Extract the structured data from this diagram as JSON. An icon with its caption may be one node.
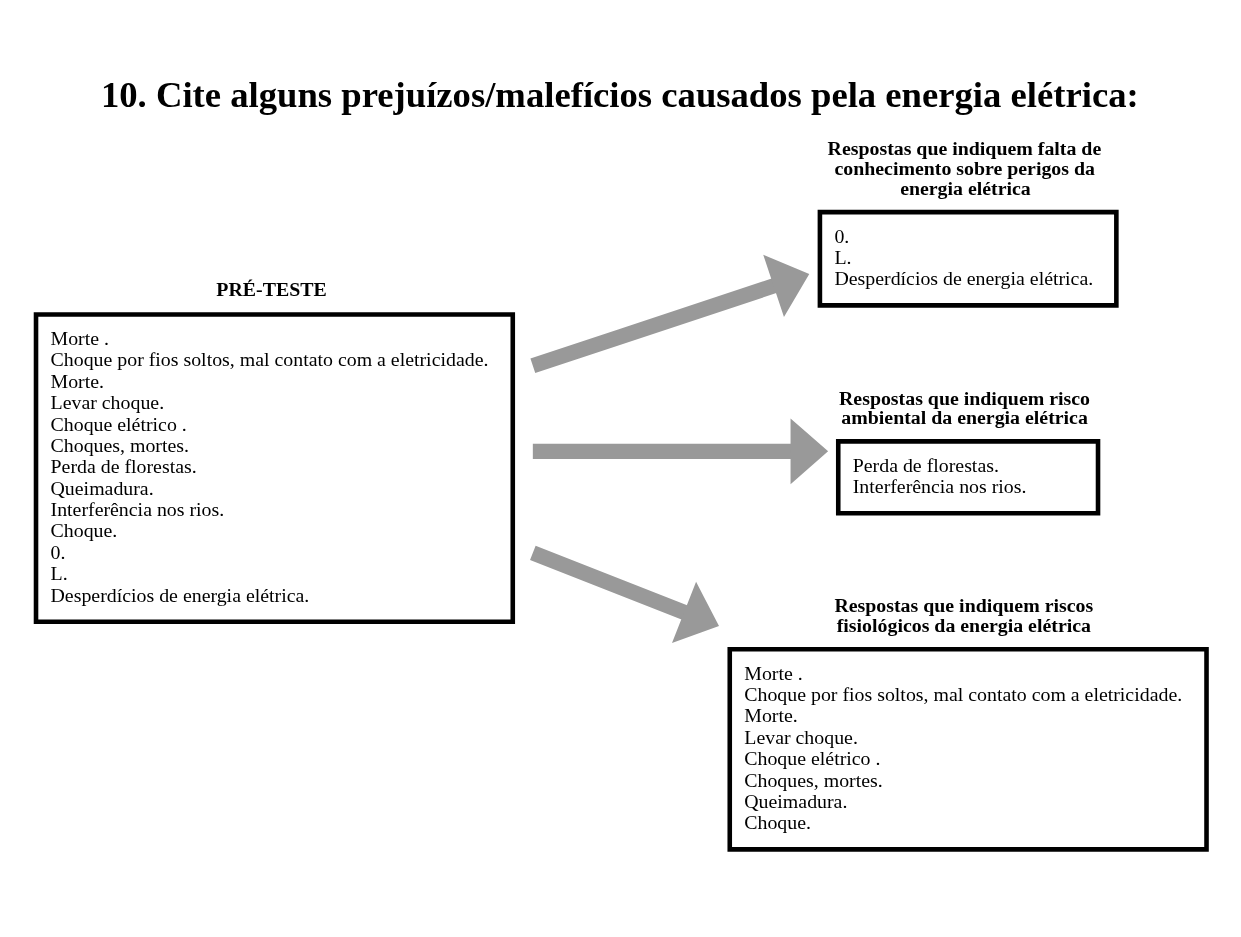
{
  "diagram": {
    "title": "10. Cite alguns prejuízos/malefícios causados pela energia elétrica:",
    "nodes": [
      {
        "text": [
          "PRÉ-TESTE",
          "Morte .",
          "Choque por fios soltos, mal contato com a eletricidade.",
          "Morte.",
          "Levar choque.",
          "Choque elétrico .",
          "Choques, mortes.",
          "Perda de florestas.",
          "Queimadura.",
          "Interferência nos rios.",
          "Choque.",
          "0.",
          "L.",
          "Desperdícios de energia elétrica."
        ]
      },
      {
        "text": [
          "Respostas que indiquem falta de conhecimento sobre perigos da energia elétrica",
          "0.",
          "L.",
          "Desperdícios de energia elétrica."
        ]
      },
      {
        "text": [
          "Respostas que indiquem risco ambiental da energia elétrica",
          "Perda de florestas.",
          "Interferência nos rios."
        ]
      },
      {
        "text": [
          "Respostas que indiquem riscos fisiológicos da energia elétrica",
          "Morte .",
          "Choque por fios soltos, mal contato com a eletricidade.",
          "Morte.",
          "Levar choque.",
          "Choque elétrico .",
          "Choques, mortes.",
          "Queimadura.",
          "Choque."
        ]
      }
    ],
    "edges": [
      {
        "from": 0,
        "to": 1,
        "arrow": "to"
      },
      {
        "from": 0,
        "to": 2,
        "arrow": "to"
      },
      {
        "from": 0,
        "to": 3,
        "arrow": "to"
      }
    ]
  }
}
